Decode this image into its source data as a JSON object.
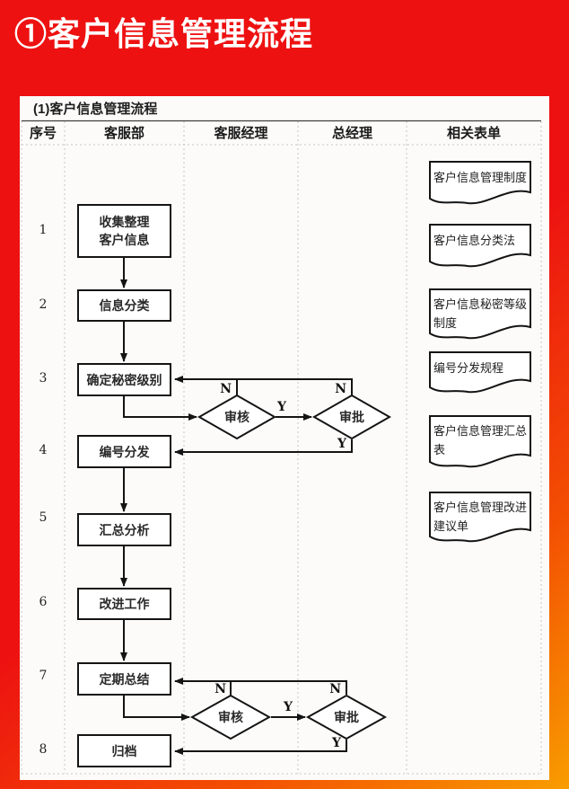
{
  "page": {
    "title": "①客户信息管理流程",
    "subtitle": "(1)客户信息管理流程"
  },
  "colors": {
    "banner_red": "#ee1111",
    "banner_orange": "#f89d00",
    "panel_bg": "#fcfbfa",
    "line_black": "#141414"
  },
  "table": {
    "columns": [
      {
        "label": "序号"
      },
      {
        "label": "客服部"
      },
      {
        "label": "客服经理"
      },
      {
        "label": "总经理"
      },
      {
        "label": "相关表单"
      }
    ]
  },
  "steps": [
    {
      "no": "1",
      "line1": "收集整理",
      "line2": "客户信息"
    },
    {
      "no": "2",
      "line1": "信息分类"
    },
    {
      "no": "3",
      "line1": "确定秘密级别"
    },
    {
      "no": "4",
      "line1": "编号分发"
    },
    {
      "no": "5",
      "line1": "汇总分析"
    },
    {
      "no": "6",
      "line1": "改进工作"
    },
    {
      "no": "7",
      "line1": "定期总结"
    },
    {
      "no": "8",
      "line1": "归档"
    }
  ],
  "decisions": {
    "review": "审核",
    "approve": "审批",
    "yes": "Y",
    "no": "N"
  },
  "forms": [
    {
      "label": "客户信息管理制度"
    },
    {
      "label": "客户信息分类法"
    },
    {
      "label": "客户信息秘密等级制度"
    },
    {
      "label": "编号分发规程"
    },
    {
      "label": "客户信息管理汇总表"
    },
    {
      "label": "客户信息管理改进建议单"
    }
  ]
}
